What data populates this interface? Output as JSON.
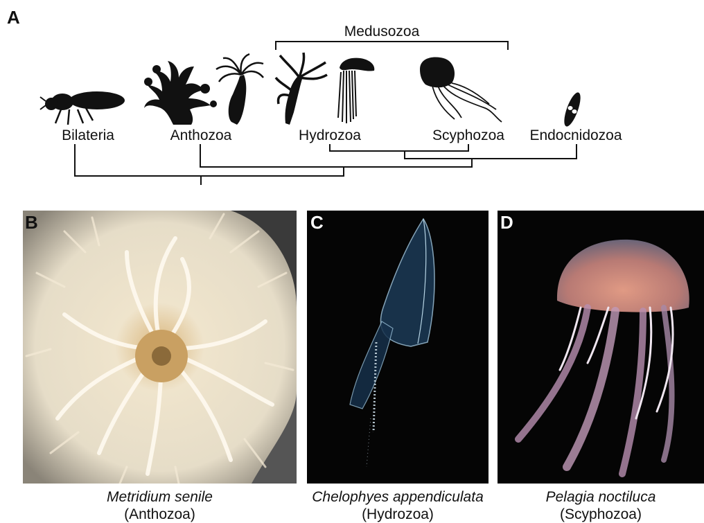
{
  "panels": {
    "a": {
      "letter": "A"
    },
    "b": {
      "letter": "B",
      "species": "Metridium senile",
      "group": "(Anthozoa)"
    },
    "c": {
      "letter": "C",
      "species": "Chelophyes appendiculata",
      "group": "(Hydrozoa)"
    },
    "d": {
      "letter": "D",
      "species": "Pelagia noctiluca",
      "group": "(Scyphozoa)"
    }
  },
  "tree": {
    "clade_label": "Medusozoa",
    "taxa": [
      "Bilateria",
      "Anthozoa",
      "Hydrozoa",
      "Scyphozoa",
      "Endocnidozoa"
    ]
  },
  "icons": [
    "fly-silhouette-icon",
    "coral-silhouette-icon",
    "anemone-silhouette-icon",
    "hydra-silhouette-icon",
    "siphonophore-silhouette-icon",
    "jellyfish-silhouette-icon",
    "myxozoan-spore-icon"
  ],
  "colors": {
    "line": "#111111",
    "photo_bg_dark": "#050505"
  }
}
